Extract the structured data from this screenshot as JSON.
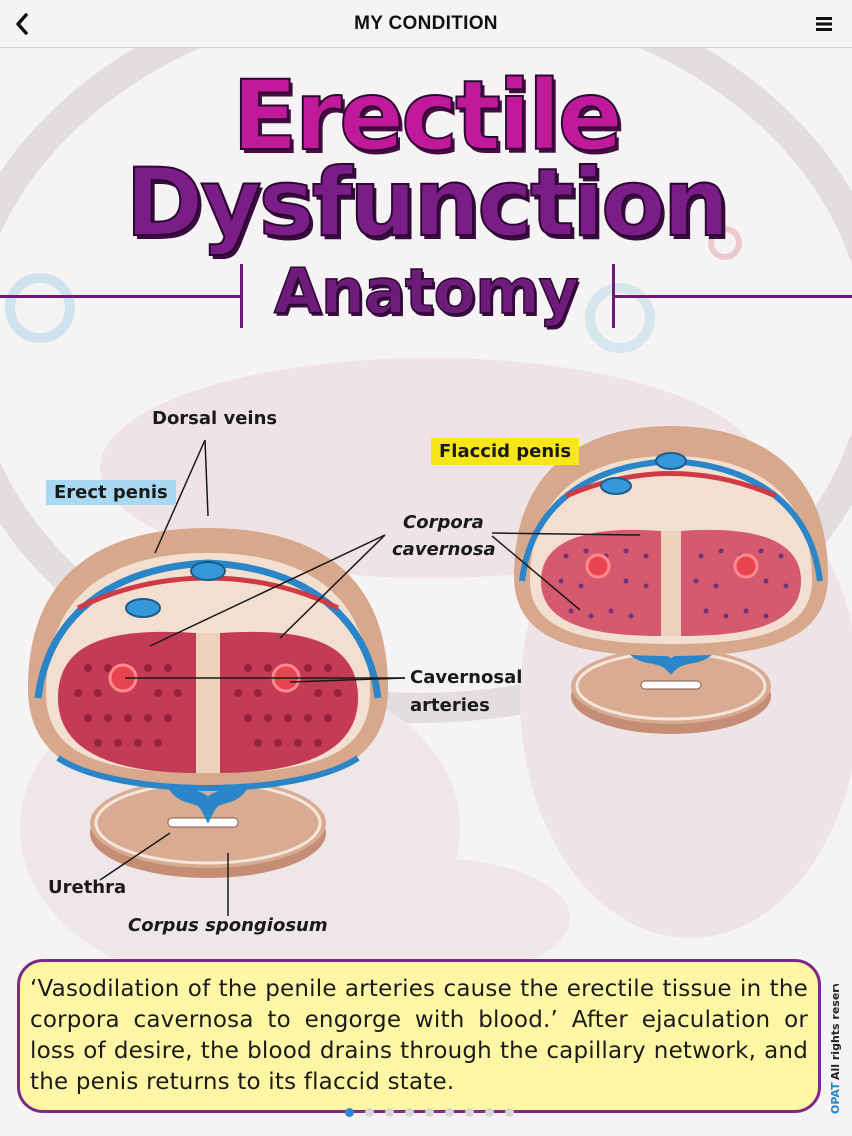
{
  "nav": {
    "title": "MY CONDITION",
    "back_icon": "chevron-left-icon",
    "menu_icon": "hamburger-menu-icon"
  },
  "poster": {
    "title_line1": "Erectile",
    "title_line2": "Dysfunction",
    "subtitle": "Anatomy",
    "colors": {
      "title_magenta": "#c0199a",
      "title_purple": "#7b1d87",
      "rule": "#6b1a7a"
    }
  },
  "diagram": {
    "labels": {
      "dorsal_veins": "Dorsal veins",
      "erect_penis": "Erect penis",
      "flaccid_penis": "Flaccid penis",
      "corpora_cavernosa_line1": "Corpora",
      "corpora_cavernosa_line2": "cavernosa",
      "cavernosal_arteries_line1": "Cavernosal",
      "cavernosal_arteries_line2": "arteries",
      "urethra": "Urethra",
      "corpus_spongiosum": "Corpus spongiosum"
    }
  },
  "quote": {
    "text": "‘Vasodilation of the penile arteries cause the erectile tissue in the corpora cavernosa to engorge with blood.’ After ejaculation or loss of desire, the blood drains through the capillary network, and the penis returns to its flaccid state.",
    "border_color": "#7b2a8c",
    "background": "#fdf6a4"
  },
  "copyright": {
    "brand": "OPAT",
    "text": "All rights reserved."
  },
  "pager": {
    "current_page": 1,
    "total_pages": 9
  }
}
